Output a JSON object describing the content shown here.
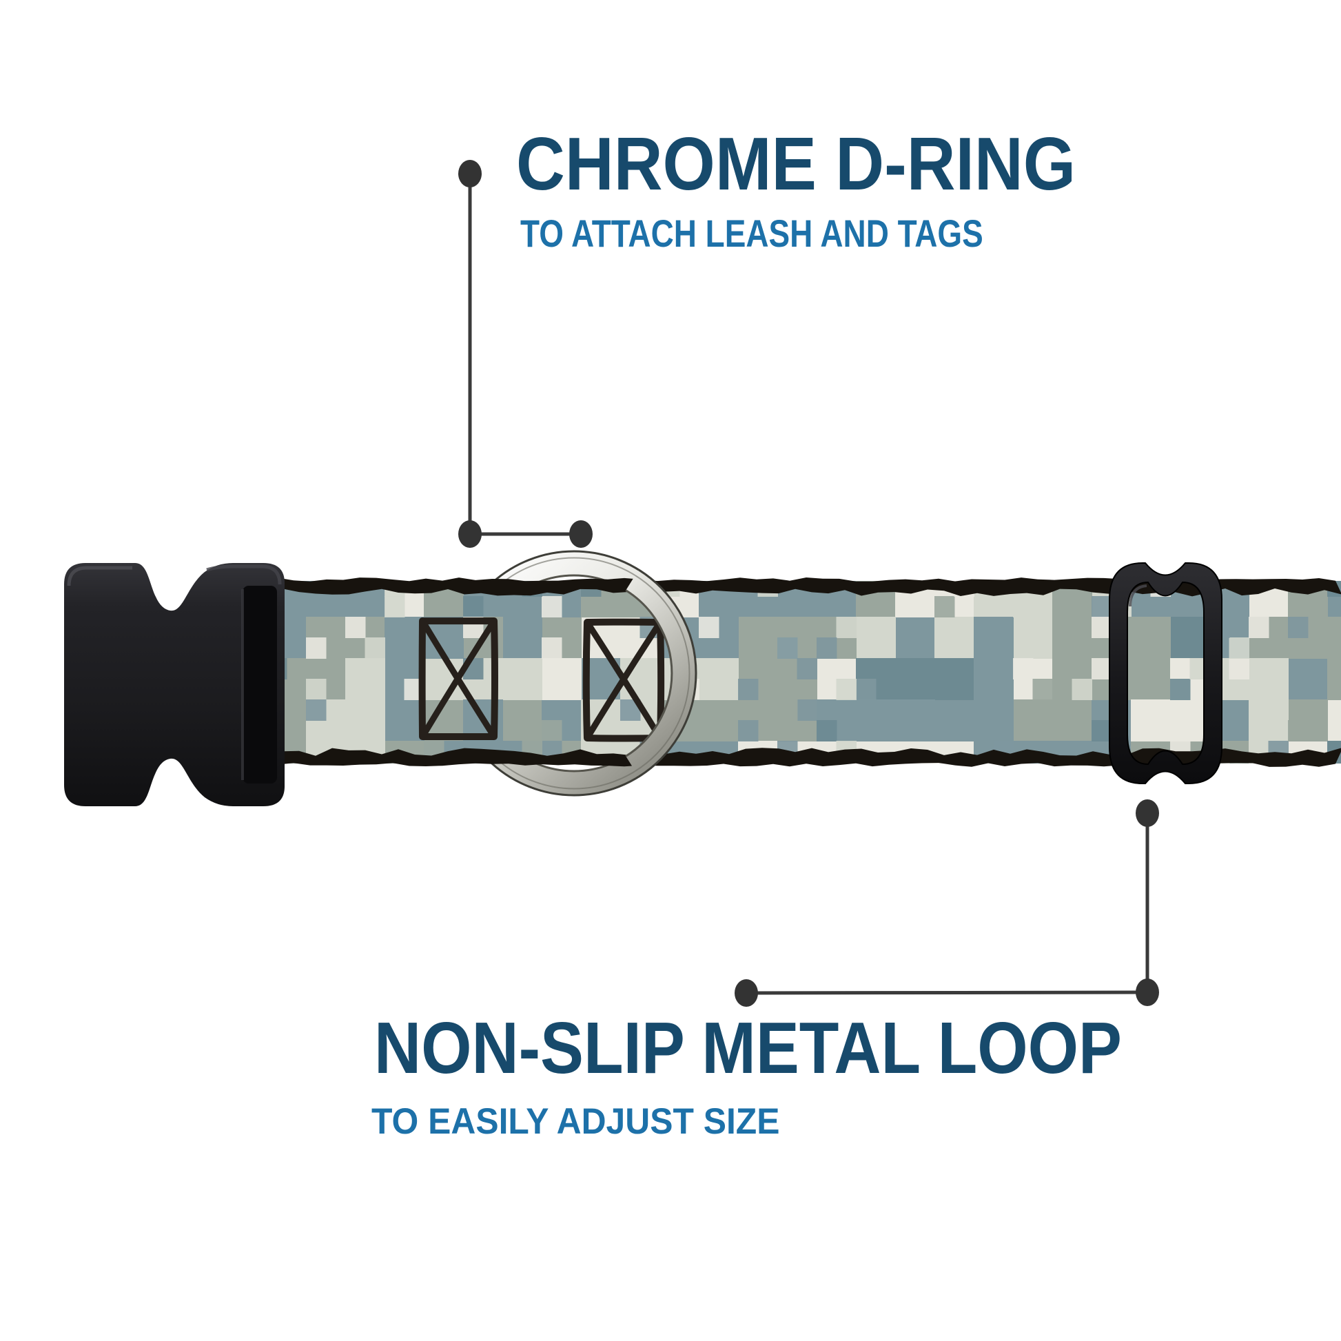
{
  "annotations": {
    "top": {
      "title": "CHROME D-RING",
      "subtitle": "TO ATTACH LEASH AND TAGS"
    },
    "bottom": {
      "title": "NON-SLIP METAL LOOP",
      "subtitle": "TO EASILY ADJUST SIZE"
    }
  },
  "colors": {
    "background": "#ffffff",
    "title_navy": "#174a6c",
    "subtitle_blue": "#1d71a9",
    "callout_line": "#3a3a3a",
    "callout_dot": "#333333",
    "webbing_edge": "#17130e",
    "stitch": "#26201b",
    "chrome_light": "#ffffff",
    "chrome_mid": "#c6c6bf",
    "chrome_dark": "#75756d",
    "chrome_outline": "#3e3e38",
    "plastic_body": "#1e1e21",
    "plastic_top": "#303034",
    "plastic_slot": "#0a0a0c",
    "slider_black": "#141416"
  },
  "camo": {
    "palette": [
      "#e9e8e0",
      "#d3d7cd",
      "#9aa69d",
      "#7e979e",
      "#6d8a92"
    ],
    "seed": 20
  }
}
